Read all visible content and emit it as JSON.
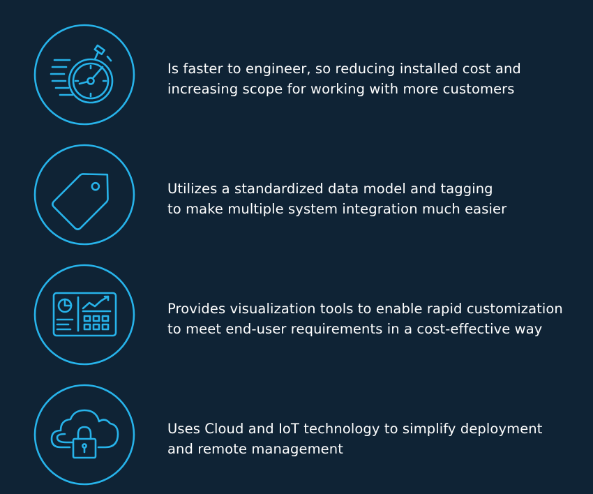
{
  "accent_color": "#27b3ea",
  "background_color": "#0f2335",
  "features": [
    {
      "icon": "stopwatch-icon",
      "lines": [
        "Is faster to engineer, so reducing installed cost and",
        "increasing scope for working with more customers"
      ]
    },
    {
      "icon": "tag-icon",
      "lines": [
        "Utilizes a standardized data model and tagging",
        "to make multiple system integration much easier"
      ]
    },
    {
      "icon": "dashboard-icon",
      "lines": [
        "Provides visualization tools to enable rapid customization",
        "to meet end-user requirements in a cost-effective way"
      ]
    },
    {
      "icon": "cloud-lock-icon",
      "lines": [
        "Uses Cloud and IoT technology to simplify deployment",
        "and remote management"
      ]
    }
  ]
}
